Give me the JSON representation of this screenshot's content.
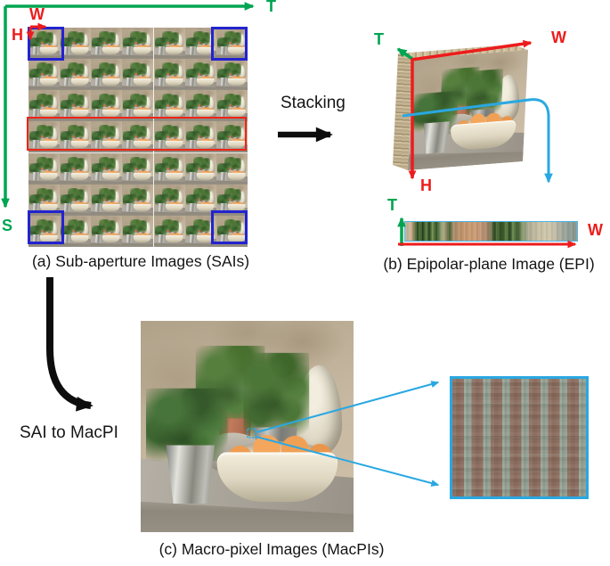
{
  "figure": {
    "panel_a": {
      "caption": "(a) Sub-aperture Images (SAIs)",
      "grid_rows": 7,
      "grid_cols": 7,
      "axes": {
        "t": "T",
        "s": "S",
        "w": "W",
        "h": "H"
      }
    },
    "stacking_label": "Stacking",
    "panel_b": {
      "caption": "(b) Epipolar-plane Image (EPI)",
      "slab_axes": {
        "t": "T",
        "w": "W",
        "h": "H"
      },
      "epi_axes": {
        "t": "T",
        "w": "W"
      }
    },
    "panel_c": {
      "caption": "(c) Macro-pixel Images (MacPIs)",
      "arrow_label": "SAI to MacPI"
    },
    "colors": {
      "axis_green": "#00a551",
      "axis_red": "#ed1c1c",
      "cyan": "#29a8e2",
      "corner_box_blue": "#2323cf",
      "row_box_red": "#ee2418",
      "text": "#151515"
    }
  }
}
